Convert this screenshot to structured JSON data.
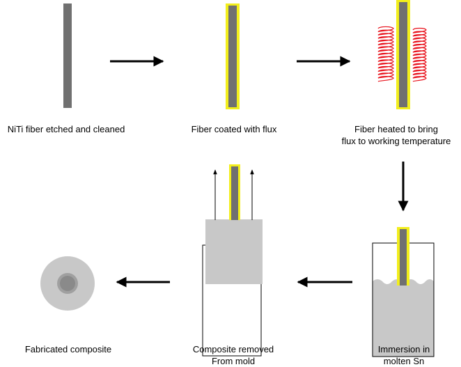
{
  "steps": {
    "etched": {
      "label": "NiTi fiber etched and cleaned"
    },
    "coated": {
      "label": "Fiber coated with flux"
    },
    "heated": {
      "label_line1": "Fiber heated to bring",
      "label_line2": "flux to working temperature"
    },
    "immersion": {
      "label_line1": "Immersion in",
      "label_line2": "molten Sn"
    },
    "removed": {
      "label_line1": "Composite removed",
      "label_line2": "From mold"
    },
    "fabricated": {
      "label": "Fabricated composite"
    }
  },
  "colors": {
    "fiber": "#707070",
    "flux": "#f2ee1c",
    "heater_coil": "#e8101a",
    "molten_sn": "#c8c8c8",
    "arrow": "#000000"
  }
}
